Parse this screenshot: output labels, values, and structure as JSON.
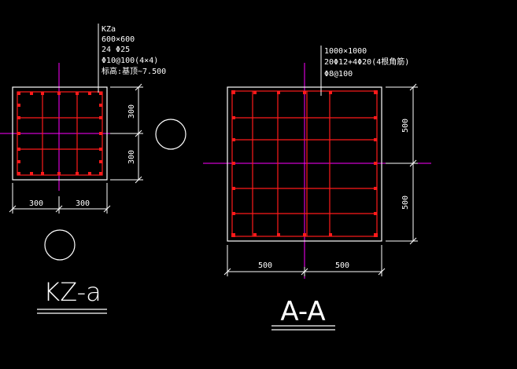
{
  "colors": {
    "background": "#000000",
    "outline": "#ffffff",
    "rebar": "#ff1a1a",
    "axis": "#ff00ff"
  },
  "kza": {
    "name": "KZa",
    "size": "600×600",
    "main_bars": "24 Φ25",
    "stirrups": "Φ10@100(4×4)",
    "elevation": "标高:基顶~7.500",
    "dim_v_top": "300",
    "dim_v_bottom": "300",
    "dim_h_left": "300",
    "dim_h_right": "300",
    "title": "KZ-a"
  },
  "aa": {
    "size": "1000×1000",
    "main_bars": "20Φ12+4Φ20(4根角筋)",
    "stirrups": "Φ8@100",
    "dim_v_top": "500",
    "dim_v_bottom": "500",
    "dim_h_left": "500",
    "dim_h_right": "500",
    "title": "A-A"
  }
}
